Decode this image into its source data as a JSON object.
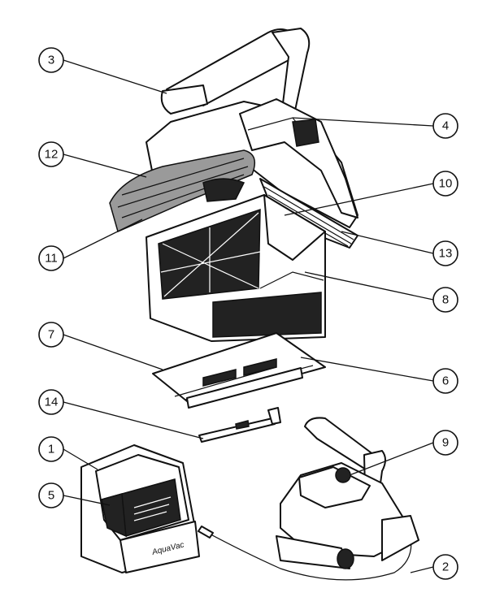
{
  "callouts": [
    {
      "id": "c1",
      "label": "1"
    },
    {
      "id": "c2",
      "label": "2"
    },
    {
      "id": "c3",
      "label": "3"
    },
    {
      "id": "c4",
      "label": "4"
    },
    {
      "id": "c5",
      "label": "5"
    },
    {
      "id": "c6",
      "label": "6"
    },
    {
      "id": "c7",
      "label": "7"
    },
    {
      "id": "c8",
      "label": "8"
    },
    {
      "id": "c9",
      "label": "9"
    },
    {
      "id": "c10",
      "label": "10"
    },
    {
      "id": "c11",
      "label": "11"
    },
    {
      "id": "c12",
      "label": "12"
    },
    {
      "id": "c13",
      "label": "13"
    },
    {
      "id": "c14",
      "label": "14"
    }
  ],
  "power_supply": {
    "brand_text": "AquaVac"
  }
}
